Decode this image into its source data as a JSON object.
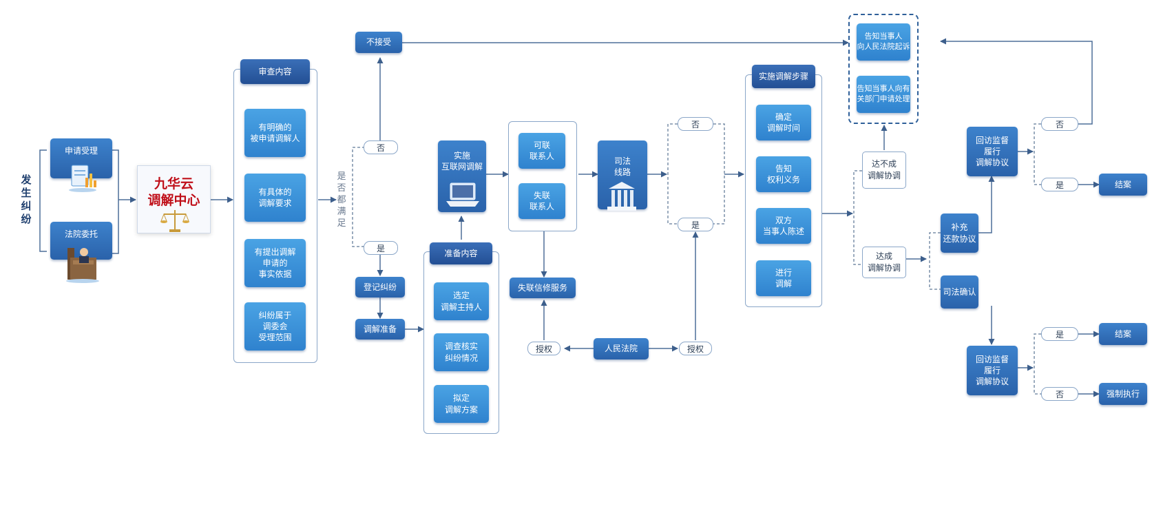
{
  "left_label": "发生纠纷",
  "application": {
    "accept": "申请受理",
    "court_entrust": "法院委托"
  },
  "center": {
    "title": "九华云\n调解中心"
  },
  "review": {
    "title": "审查内容",
    "items": [
      "有明确的\n被申请调解人",
      "有具体的\n调解要求",
      "有提出调解\n申请的\n事实依据",
      "纠纷属于\n调委会\n受理范围"
    ]
  },
  "decision": {
    "question": "是否都满足",
    "no": "否",
    "yes": "是",
    "reject": "不接受"
  },
  "register": "登记纠纷",
  "prepare": "调解准备",
  "preparation": {
    "title": "准备内容",
    "items": [
      "选定\n调解主持人",
      "调查核实\n纠纷情况",
      "拟定\n调解方案"
    ]
  },
  "online": "实施\n互联网调解",
  "contact": {
    "reachable": "可联\n联系人",
    "lost": "失联\n联系人"
  },
  "lost_service": "失联信修服务",
  "people_court": "人民法院",
  "authorize_left": "授权",
  "authorize_right": "授权",
  "judicial_line": "司法\n线路",
  "branch": {
    "no": "否",
    "yes": "是"
  },
  "steps": {
    "title": "实施调解步骤",
    "items": [
      "确定\n调解时间",
      "告知\n权利义务",
      "双方\n当事人陈述",
      "进行\n调解"
    ]
  },
  "notify": {
    "court": "告知当事人\n向人民法院起诉",
    "department": "告知当事人向有\n关部门申请处理"
  },
  "outcome": {
    "fail": "达不成\n调解协调",
    "success": "达成\n调解协调"
  },
  "supplement": "补充\n还款协议",
  "judicial_confirm": "司法确认",
  "followup_top": "回访监督\n履行\n调解协议",
  "followup_bottom": "回访监督\n履行\n调解协议",
  "final": {
    "top_no": "否",
    "top_yes": "是",
    "top_close": "结案",
    "bottom_yes": "是",
    "bottom_close": "结案",
    "bottom_no": "否",
    "enforce": "强制执行"
  },
  "colors": {
    "box": "#2f78c2",
    "box_dark": "#2a5ba3",
    "frame": "#8aa6c8",
    "arrow": "#3d5f8c",
    "title_red": "#c0101a"
  }
}
